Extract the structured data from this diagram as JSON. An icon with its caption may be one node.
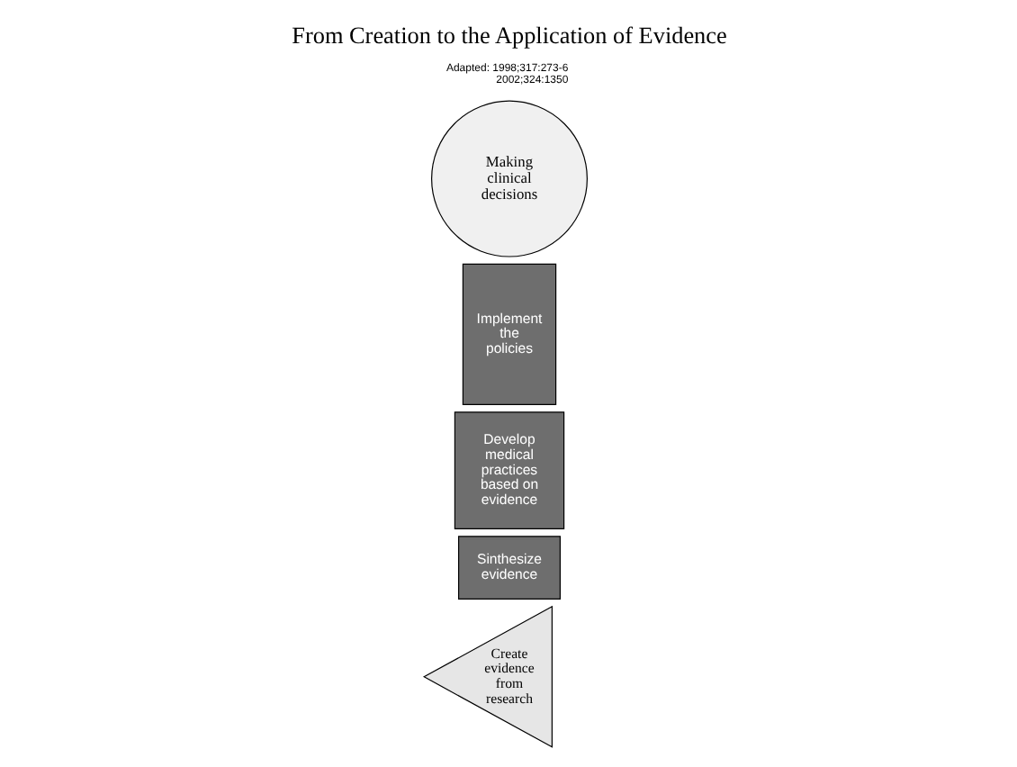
{
  "diagram": {
    "title": "From Creation to the Application of Evidence",
    "nodes": [
      {
        "text": [
          "Create evidence from research"
        ]
      },
      {
        "text": [
          "Sinthesize evidence"
        ]
      },
      {
        "text": [
          "Develop medical practices based on evidence"
        ]
      },
      {
        "text": [
          "Implement the policies"
        ]
      },
      {
        "text": [
          "Making clinical decisions"
        ]
      }
    ],
    "edges": [],
    "labels": [
      "Adapted: 1998;317:273-6",
      "2002;324:1350"
    ]
  }
}
